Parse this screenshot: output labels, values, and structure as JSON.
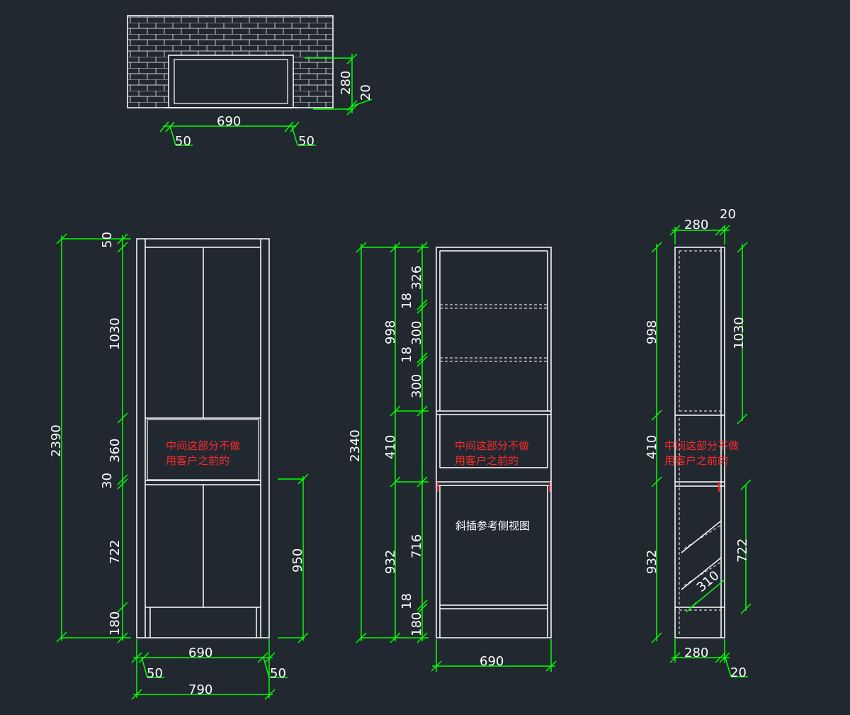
{
  "colors": {
    "background": "#212830",
    "outline": "#ffffff",
    "dimension": "#00ff00",
    "note": "#ff2a2a",
    "hidden": "#d8d8d8"
  },
  "top_view": {
    "dims": {
      "width": "690",
      "left_side": "50",
      "right_side": "50",
      "depth": "280",
      "thickness": "20"
    }
  },
  "front_view": {
    "dims": {
      "total_height": "2390",
      "top": "50",
      "upper": "1030",
      "middle": "360",
      "shelf": "30",
      "lower": "722",
      "base": "180",
      "counter_height": "950",
      "inner_width": "690",
      "left_side": "50",
      "right_side": "50",
      "total_width": "790"
    },
    "note_line1": "中间这部分不做",
    "note_line2": "用客户之前的"
  },
  "section_view": {
    "dims": {
      "total_height": "2340",
      "upper": "998",
      "shelf_top": "326",
      "board1": "18",
      "shelf_mid": "300",
      "board2": "18",
      "shelf_bottom": "300",
      "middle": "410",
      "lower": "932",
      "lower_inner": "716",
      "board3": "18",
      "base": "180",
      "width": "690"
    },
    "note_line1": "中间这部分不做",
    "note_line2": "用客户之前的",
    "label": "斜插参考侧视图"
  },
  "side_view": {
    "dims": {
      "top_depth": "280",
      "top_thickness": "20",
      "upper": "998",
      "upper_inner": "1030",
      "middle": "410",
      "lower": "932",
      "lower_inner": "722",
      "slant": "310",
      "bottom_depth": "280",
      "bottom_thickness": "20"
    },
    "note_line1": "中间这部分不做",
    "note_line2": "用客户之前的"
  }
}
